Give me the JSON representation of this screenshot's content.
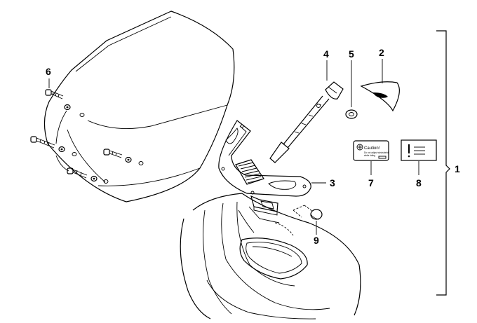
{
  "callouts": {
    "c1": "1",
    "c2": "2",
    "c3": "3",
    "c4": "4",
    "c5": "5",
    "c6": "6",
    "c7": "7",
    "c8": "8",
    "c9": "9"
  },
  "caution_label": {
    "title": "Caution!",
    "line1": "Do not adjust windshield",
    "line2": "while riding"
  }
}
